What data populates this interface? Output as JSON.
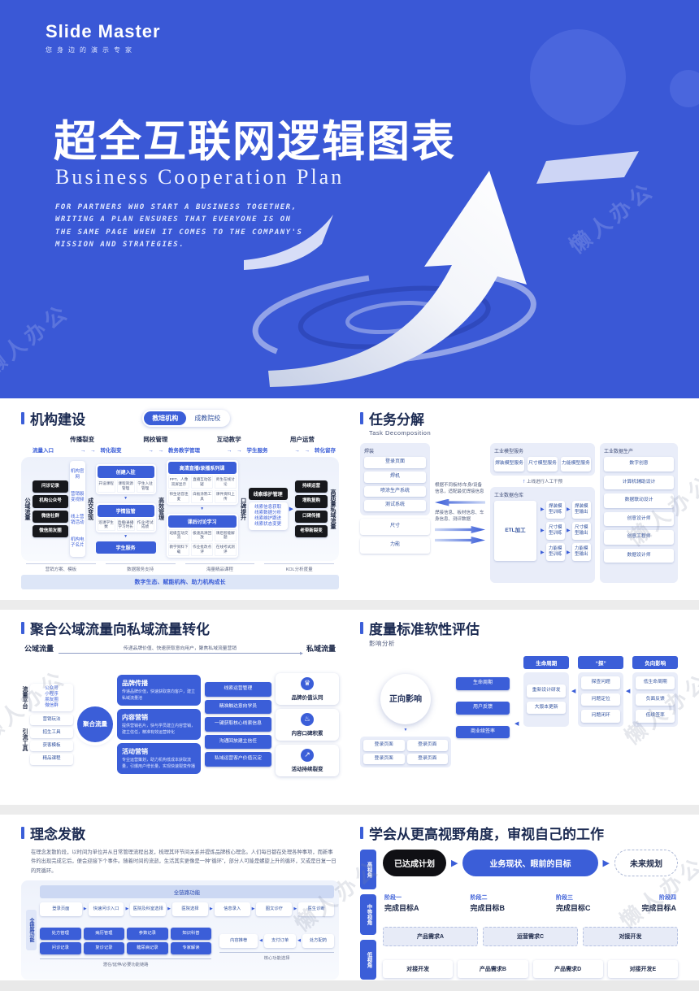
{
  "watermark": "懒人办公",
  "hero": {
    "logo": "Slide Master",
    "tagline": "您身边的演示专家",
    "title": "超全互联网逻辑图表",
    "subtitle": "Business Cooperation Plan",
    "desc_lines": [
      "FOR PARTNERS WHO START A BUSINESS TOGETHER,",
      "WRITING A PLAN ENSURES THAT EVERYONE IS ON",
      "THE SAME PAGE WHEN IT COMES TO THE COMPANY'S",
      "MISSION AND STRATEGIES."
    ]
  },
  "slide1": {
    "title": "机构建设",
    "toggle": {
      "active": "教培机构",
      "inactive": "成教院校"
    },
    "stages": [
      "传播裂变",
      "网校管理",
      "互动教学",
      "用户运营"
    ],
    "flow": [
      "流量入口",
      "转化裂变",
      "教务教学管理",
      "学生服务",
      "转化留存"
    ],
    "v_left": "公域流量",
    "dark_chips": [
      "问诊记录",
      "机构公众号",
      "微信社群",
      "微信朋友圈"
    ],
    "white_card": [
      "机构官网",
      "营销裂变视频",
      "线上营销活动",
      "机构电子名片"
    ],
    "v_deal": "成交变现",
    "admission": {
      "header": "创建入驻",
      "items": [
        "开设课程",
        "课程资源管理",
        "学生入驻管理"
      ]
    },
    "monitor": {
      "header": "学情监管",
      "items": [
        "巡课学生数",
        "直播/录播学习时长",
        "作业/考试成绩"
      ]
    },
    "service_btn": "学生服务",
    "v_mgmt": "高效管理",
    "live": {
      "header": "高清直播/录播系列课",
      "items": [
        "PPT、人像双屏显示",
        "直播互动答疑",
        "师生在线讨论",
        "师生语音连麦",
        "白板涂鸦工具",
        "课件资料上传"
      ]
    },
    "discuss": {
      "header": "课后讨论学习",
      "items": [
        "班级互动交流",
        "极速高清回放",
        "课后智能解题",
        "教学资料下载",
        "作业批改点评",
        "在线考试测评"
      ]
    },
    "v_reputation": "口碑提升",
    "leads": {
      "header": "线索维护管理",
      "items": [
        "线索信息获取",
        "线索数据分析",
        "线索维护跟进",
        "线索状态变更"
      ]
    },
    "black_chips": [
      "持续运营",
      "增购复购",
      "口碑传播",
      "老带新裂变"
    ],
    "v_private": "高质量私域流量",
    "captions": [
      "营销方案、模板",
      "数据服务支持",
      "海量精品课程",
      "KOL分析度量"
    ],
    "footer": "数字生态、赋能机构、助力机构成长"
  },
  "slide2": {
    "title": "任务分解",
    "subtitle": "Task Decomposition",
    "weld": {
      "header": "焊装",
      "items": [
        "登录页面",
        "焊机",
        "喷涂生产系统",
        "测试系统"
      ]
    },
    "loose_chips": [
      "尺寸",
      "力能"
    ],
    "note_top": "根据不同板材/车身/设备信息，适配最优焊接信息",
    "note_bottom": "焊接信息、板材信息、车身信息、测评数据",
    "model": {
      "header": "工业模型服务",
      "items": [
        "焊装模型服务",
        "尺寸模型服务",
        "力能模型服务"
      ]
    },
    "manual_note": "上线进行人工干预",
    "warehouse": {
      "header": "工业数据仓库",
      "etl": "ETL加工",
      "rows": [
        {
          "train": "焊装模型训练",
          "out": "焊装模型输出"
        },
        {
          "train": "尺寸模型训练",
          "out": "尺寸模型输出"
        },
        {
          "train": "力能模型训练",
          "out": "力能模型输出"
        }
      ]
    },
    "production": {
      "header": "工业数据生产",
      "items": [
        "数字创意",
        "计算机辅助设计",
        "数据联动设计",
        "创意设计师",
        "创意工程师",
        "数据设计师"
      ]
    }
  },
  "slide3": {
    "title": "聚合公域流量向私域流量转化",
    "left_header": "公域流量",
    "right_header": "私域流量",
    "arrow_note": "传递品牌价值、快速获取意向用户，聚焦私域流量营销",
    "platform": {
      "vertical": "流量平台",
      "items": [
        "公众号",
        "小程序",
        "朋友圈",
        "微信群"
      ]
    },
    "tools": {
      "vertical": "引流工具",
      "items": [
        "营销玩法",
        "招生工具",
        "获客模板",
        "精品课程"
      ]
    },
    "hub": "聚合流量",
    "cards": [
      {
        "title": "品牌传播",
        "desc": "传递品牌价值，快速获取意向客户，建立私域流量池"
      },
      {
        "title": "内容营销",
        "desc": "提供营销名片，快与学员建立内容营销，建立信任，精准有效运营转化"
      },
      {
        "title": "活动营销",
        "desc": "专业运营策划，助力机构低成本获取流量，引爆用户增长量，实现快速裂变传播"
      }
    ],
    "mid_chips": [
      "线索运营管理",
      "精准触达意向学员",
      "一键获取核心线索信息",
      "沟通回放建立信任",
      "私域运营客户价值沉淀"
    ],
    "results": [
      {
        "icon": "crown",
        "glyph": "♛",
        "label": "品牌价值认同"
      },
      {
        "icon": "flame",
        "glyph": "♨",
        "label": "内容口碑积累"
      },
      {
        "icon": "growth-arrow",
        "glyph": "↗",
        "label": "活动持续裂变"
      }
    ]
  },
  "slide4": {
    "title": "度量标准软性评估",
    "subtitle": "影响分析",
    "circle": "正向影响",
    "links": [
      "生命周期",
      "用户反馈",
      "商业续签率"
    ],
    "pages": [
      "登录页面",
      "登录页面",
      "登录页面",
      "登录页面"
    ],
    "columns": [
      {
        "header": "生命周期",
        "items": [
          "重新设计研发",
          "大版本更新"
        ]
      },
      {
        "header": "“探”",
        "items": [
          "探查问题",
          "问题定位",
          "问题闭环"
        ]
      },
      {
        "header": "负向影响",
        "items": [
          "低生命周期",
          "负面反馈",
          "低续签率"
        ]
      }
    ]
  },
  "slide5": {
    "title": "理念发散",
    "para": "在理念发散阶段，以时间为单位并从日常管理流程出发，梳理其环节间关系并提炼品牌核心理念。人们每日都在处理各种事项，而新事件的出现完成它后，便会迎接下个事件。随着时间的流逝，生活其实更像是一种“循环”，部分人可能是螺旋上升的循环，又或是日复一日的死循环。",
    "band": "全链路功能",
    "side_vertical": "全链路功能",
    "flow": [
      "登录页面",
      "快速问诊入口",
      "医院及科室选择",
      "医院选择",
      "信息录入",
      "图文诊疗",
      "医生诊断"
    ],
    "blue_row1": [
      "处方管理",
      "病历管理",
      "参数记录",
      "知识科普"
    ],
    "blue_row2": [
      "问诊记录",
      "复诊记录",
      "糖尿病记录",
      "专家解读"
    ],
    "white_flow": [
      "内容推荐",
      "支付订单",
      "处方配药"
    ],
    "captions": [
      "潜在/延伸/必要功能链路",
      "核心功能选择"
    ]
  },
  "slide6": {
    "title": "学会从更高视野角度，审视自己的工作",
    "views": [
      "高视角",
      "中等视角",
      "低视角"
    ],
    "pills": [
      {
        "label": "已达成计划",
        "style": "black"
      },
      {
        "label": "业务现状、眼前的目标",
        "style": "blue"
      },
      {
        "label": "未来规划",
        "style": "dashed"
      }
    ],
    "stages": [
      {
        "name": "阶段一",
        "goal": "完成目标A"
      },
      {
        "name": "阶段二",
        "goal": "完成目标B"
      },
      {
        "name": "阶段三",
        "goal": "完成目标C"
      },
      {
        "name": "阶段四",
        "goal": "完成目标A"
      }
    ],
    "dashed_row": [
      "产品需求A",
      "运营需求C",
      "对接开发"
    ],
    "solid_row": [
      "对接开发",
      "产品需求B",
      "产品需求D",
      "对接开发E"
    ]
  },
  "colors": {
    "hero_blue": "#3a58d6",
    "accent_blue": "#3b5ed8",
    "dark_chip": "#17181c",
    "panel_light": "#edf1fb"
  }
}
